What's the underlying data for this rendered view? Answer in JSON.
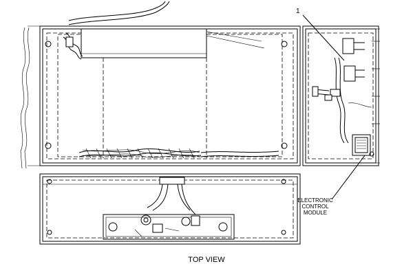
{
  "labels": {
    "callout_number": "1",
    "ecm_line1": "ELECTRONIC",
    "ecm_line2": "CONTROL",
    "ecm_line3": "MODULE",
    "view_title": "TOP VIEW"
  }
}
